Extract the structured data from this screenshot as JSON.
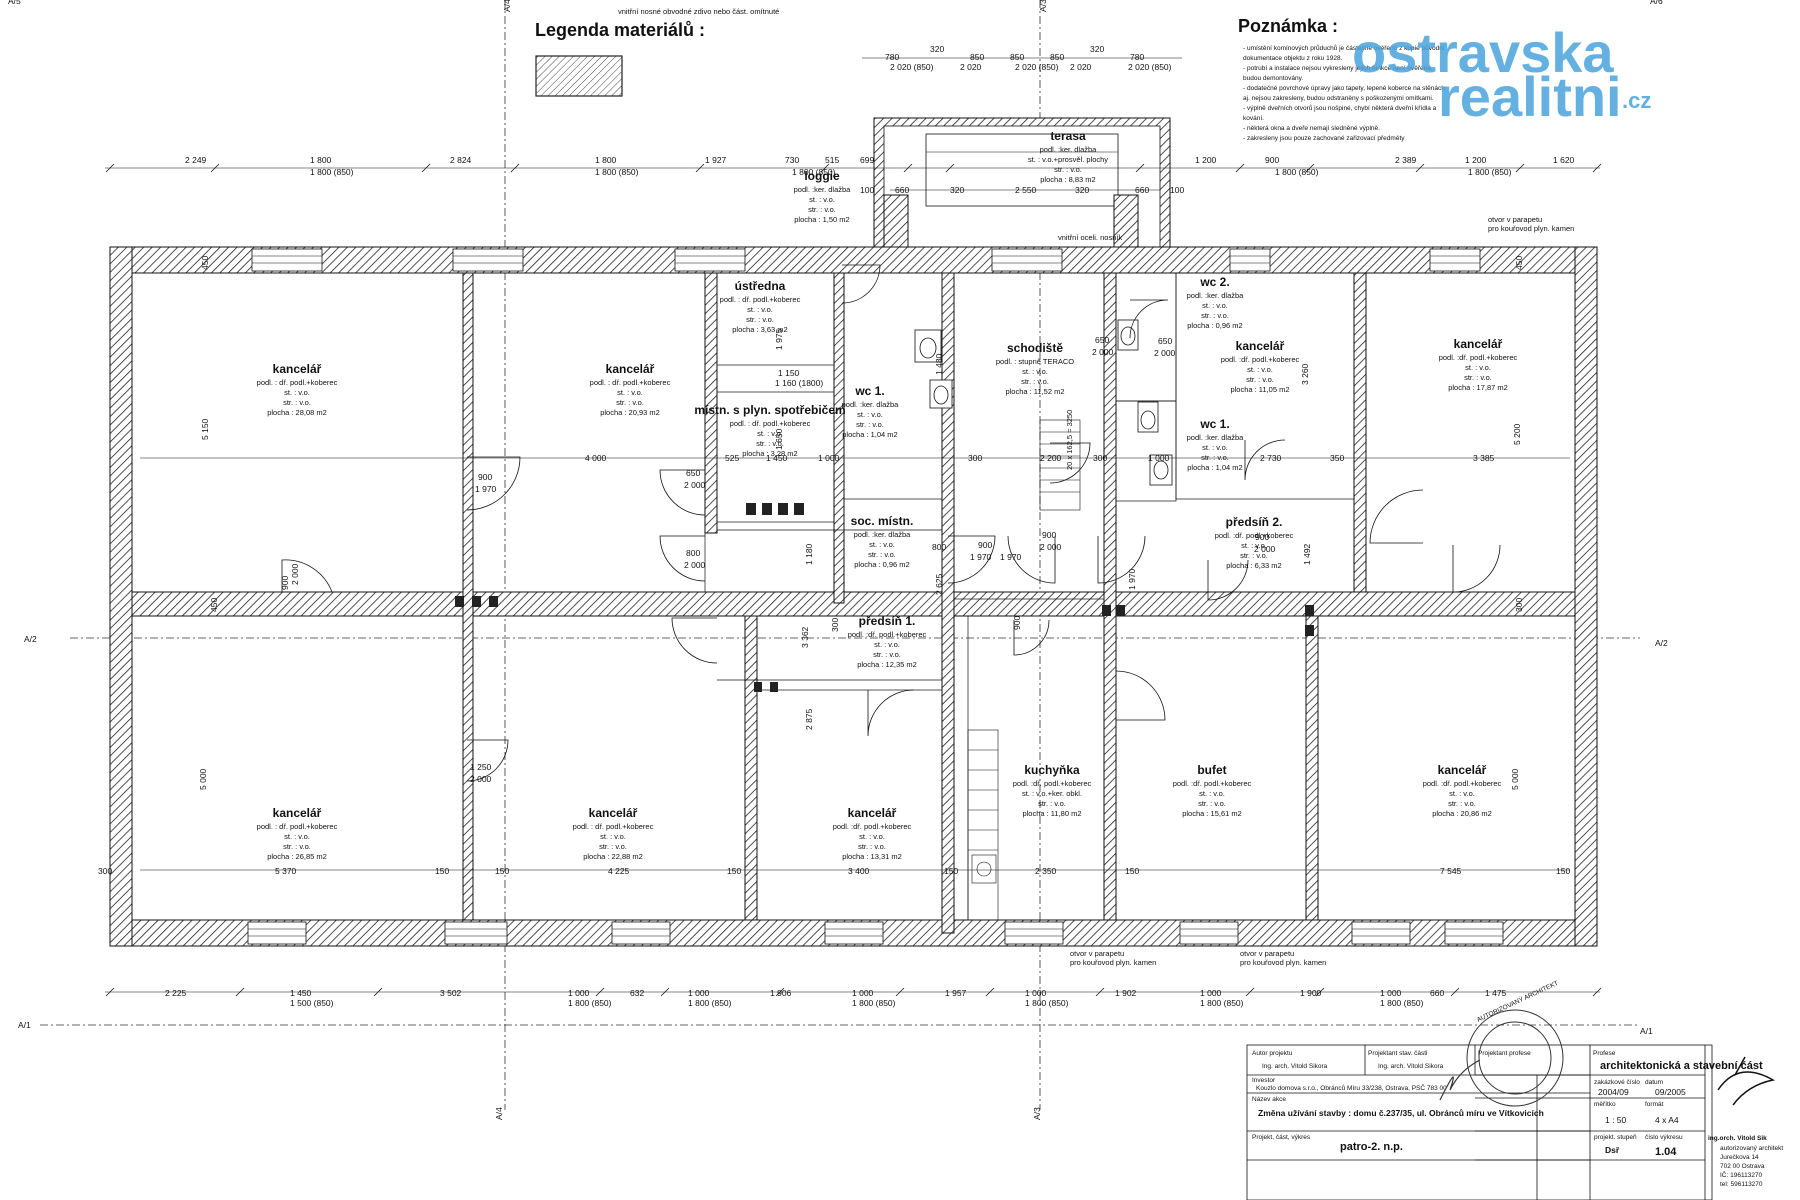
{
  "legend": {
    "title": "Legenda materiálů :",
    "note_top": "vnitřní nosné obvodné zdivo nebo část. omítnuté"
  },
  "notes": {
    "title": "Poznámka :",
    "lines": [
      "- umístění komínových průduchů je částečně ověřeno z kopie původní",
      "  dokumentace objektu z roku 1928.",
      "- potrubí a instalace nejsou vykresleny jejich funkce není ověřena,",
      "  budou demontovány.",
      "- dodatečné povrchové úpravy jako tapety, lepené koberce na stěnách",
      "  aj. nejsou zakresleny, budou odstraněny s poškozenými omítkami.",
      "- výplně dveřních otvorů jsou nošpiné, chybí některá dveřní křídla a",
      "  kování.",
      "- některá okna a dveře nemají sledněné výplně.",
      "- zakresleny jsou pouze zachované zařizovací předměty"
    ]
  },
  "watermark": {
    "line1": "ostravska",
    "line2": "realitni",
    "suffix": ".cz"
  },
  "axes": {
    "a1": "A/1",
    "a2": "A/2",
    "a3": "A/3",
    "a4": "A/4",
    "a5": "A/5",
    "a6": "A/6"
  },
  "rooms": [
    {
      "name": "kancelář",
      "lines": [
        "podl. : dř. podl.+koberec",
        "st. : v.o.",
        "str. : v.o.",
        "plocha : 28,08 m2"
      ]
    },
    {
      "name": "kancelář",
      "lines": [
        "podl. : dř. podl.+koberec",
        "st. : v.o.",
        "str. : v.o.",
        "plocha : 20,93 m2"
      ]
    },
    {
      "name": "ústředna",
      "lines": [
        "podl. : dř. podl.+koberec",
        "st. : v.o.",
        "str. : v.o.",
        "plocha : 3,63 m2"
      ]
    },
    {
      "name": "místn. s plyn. spotřebičem",
      "lines": [
        "podl. : dř. podl.+koberec",
        "st. : v.o.",
        "str. : v.o.",
        "plocha : 3,28 m2"
      ]
    },
    {
      "name": "wc 1.",
      "lines": [
        "podl. :ker. dlažba",
        "st. : v.o.",
        "str. : v.o.",
        "plocha : 1,04 m2"
      ]
    },
    {
      "name": "loggie",
      "lines": [
        "podl. :ker. dlažba",
        "st. : v.o.",
        "str. : v.o.",
        "plocha : 1,50 m2"
      ]
    },
    {
      "name": "terasa",
      "lines": [
        "podl. :ker. dlažba",
        "st. : v.o.+prosvěl. plochy",
        "str. : v.o.",
        "plocha : 8,83 m2"
      ]
    },
    {
      "name": "schodiště",
      "lines": [
        "podl. : stupně TERACO",
        "st. : v.o.",
        "str. : v.o.",
        "plocha : 11,52 m2"
      ]
    },
    {
      "name": "wc 2.",
      "lines": [
        "podl. :ker. dlažba",
        "st. : v.o.",
        "str. : v.o.",
        "plocha : 0,96 m2"
      ]
    },
    {
      "name": "kancelář",
      "lines": [
        "podl. :dř. podl.+koberec",
        "st. : v.o.",
        "str. : v.o.",
        "plocha : 11,05 m2"
      ]
    },
    {
      "name": "kancelář",
      "lines": [
        "podl. :dř. podl.+koberec",
        "st. : v.o.",
        "str. : v.o.",
        "plocha : 17,87 m2"
      ]
    },
    {
      "name": "wc 1.",
      "lines": [
        "podl. :ker. dlažba",
        "st. : v.o.",
        "str. : v.o.",
        "plocha : 1,04 m2"
      ]
    },
    {
      "name": "soc. místn.",
      "lines": [
        "podl. :ker. dlažba",
        "st. : v.o.",
        "str. : v.o.",
        "plocha : 0,96 m2"
      ]
    },
    {
      "name": "předsíň 2.",
      "lines": [
        "podl. :dř. podl.+koberec",
        "st. : v.o.",
        "str. : v.o.",
        "plocha : 6,33 m2"
      ]
    },
    {
      "name": "předsíň 1.",
      "lines": [
        "podl. :dř. podl.+koberec",
        "st. : v.o.",
        "str. : v.o.",
        "plocha : 12,35 m2"
      ]
    },
    {
      "name": "kancelář",
      "lines": [
        "podl. : dř. podl.+koberec",
        "st. : v.o.",
        "str. : v.o.",
        "plocha : 26,85 m2"
      ]
    },
    {
      "name": "kancelář",
      "lines": [
        "podl. : dř. podl.+koberec",
        "st. : v.o.",
        "str. : v.o.",
        "plocha : 22,88 m2"
      ]
    },
    {
      "name": "kancelář",
      "lines": [
        "podl. :dř. podl.+koberec",
        "st. : v.o.",
        "str. : v.o.",
        "plocha : 13,31 m2"
      ]
    },
    {
      "name": "kuchyňka",
      "lines": [
        "podl. :dř. podl.+koberec",
        "st. : v.o.+ker. obkl.",
        "str. : v.o.",
        "plocha : 11,80 m2"
      ]
    },
    {
      "name": "bufet",
      "lines": [
        "podl. :dř. podl.+koberec",
        "st. : v.o.",
        "str. : v.o.",
        "plocha : 15,61 m2"
      ]
    },
    {
      "name": "kancelář",
      "lines": [
        "podl. :dř. podl.+koberec",
        "st. : v.o.",
        "str. : v.o.",
        "plocha : 20,86 m2"
      ]
    }
  ],
  "dims": {
    "top": [
      "2 249",
      "1 800",
      "1 800 (850)",
      "2 824",
      "1 800",
      "1 800 (850)",
      "1 927",
      "730",
      "1 800 (850)",
      "515",
      "699",
      "1 200",
      "900",
      "1 800 (850)",
      "2 389",
      "1 200",
      "1 800 (850)",
      "1 620"
    ],
    "terrace": [
      "780",
      "320",
      "850",
      "850",
      "850",
      "320",
      "780",
      "2 020 (850)",
      "2 020",
      "2 020 (850)",
      "2 020",
      "2 020 (850)"
    ],
    "terrace_in": [
      "100",
      "660",
      "320",
      "2 550",
      "320",
      "660",
      "100"
    ],
    "bottom": [
      "2 225",
      "1 450",
      "1 500 (850)",
      "3 502",
      "1 000",
      "1 800 (850)",
      "632",
      "1 000",
      "1 800 (850)",
      "1 906",
      "1 000",
      "1 800 (850)",
      "1 957",
      "1 000",
      "1 800 (850)",
      "1 902",
      "1 000",
      "1 800 (850)",
      "1 900",
      "1 000",
      "1 800 (850)",
      "660",
      "1 475"
    ],
    "inner": [
      "4 000",
      "525",
      "1 450",
      "1 000",
      "300",
      "2 200",
      "300",
      "1 000",
      "2 730",
      "350",
      "3 385",
      "5 370",
      "4 225",
      "3 400",
      "2 350",
      "7 545",
      "300",
      "150",
      "150",
      "150",
      "150",
      "150",
      "150"
    ],
    "vertical": [
      "5 150",
      "5 000",
      "5 200",
      "5 000",
      "3 260",
      "1 975",
      "2 875",
      "3 362",
      "1 180",
      "1 492",
      "1 650",
      "2 625",
      "1 480",
      "450",
      "450",
      "450",
      "300",
      "300"
    ],
    "doors": [
      "900",
      "2 000",
      "900",
      "1 970",
      "650",
      "2 000",
      "800",
      "2 000",
      "1 250",
      "2 000",
      "900",
      "1 970",
      "900",
      "2 000",
      "650",
      "2 000",
      "800",
      "1 970",
      "1 970",
      "900",
      "900",
      "2 000",
      "1 150",
      "1 160 (1800)",
      "650",
      "2 000"
    ]
  },
  "labels": {
    "parapet1": "otvor v parapetu",
    "parapet2": "pro kouřovod plyn. kamen",
    "stairs": "20 x 162,5 = 3250",
    "inside": "vnitřní oceli. nosník"
  },
  "titleblock": {
    "profese_label": "Profese",
    "profese": "architektonická a stavební část",
    "autor_label": "Autor projektu",
    "autor": "Ing. arch. Vitold Sikora",
    "projektant_label": "Projektant stav. části",
    "projektant": "Ing. arch. Vitold Sikora",
    "projektant2_label": "Projektant profese",
    "investor_label": "Investor",
    "investor": "Kouzlo domova s.r.o., Obránců Míru 33/238, Ostrava, PSČ 783 00",
    "zakazka_label": "Název akce",
    "zakazka": "Změna užívání stavby : domu č.237/35, ul. Obránců míru ve Vítkovicích",
    "cislo_label": "zakázkové číslo",
    "cislo": "2004/09",
    "datum_label": "datum",
    "datum": "09/2005",
    "meritko_label": "měřítko",
    "meritko": "1 : 50",
    "format_label": "formát",
    "format": "4 x A4",
    "vykres_label": "Projekt, část, výkres",
    "vykres": "patro-2. n.p.",
    "stupen_label": "projekt. stupeň",
    "stupen": "Dsř",
    "cislo_vykresu_label": "číslo výkresu",
    "cislo_vykresu": "1.04",
    "architect": "ing.orch. Vitold Sik",
    "architect_sub": [
      "autorizovaný architekt",
      "Jurečkova 14",
      "702 00 Ostrava",
      "IČ: 196113270",
      "tel: 596113270"
    ],
    "stamp": "AUTORIZOVANÝ ARCHITEKT"
  }
}
